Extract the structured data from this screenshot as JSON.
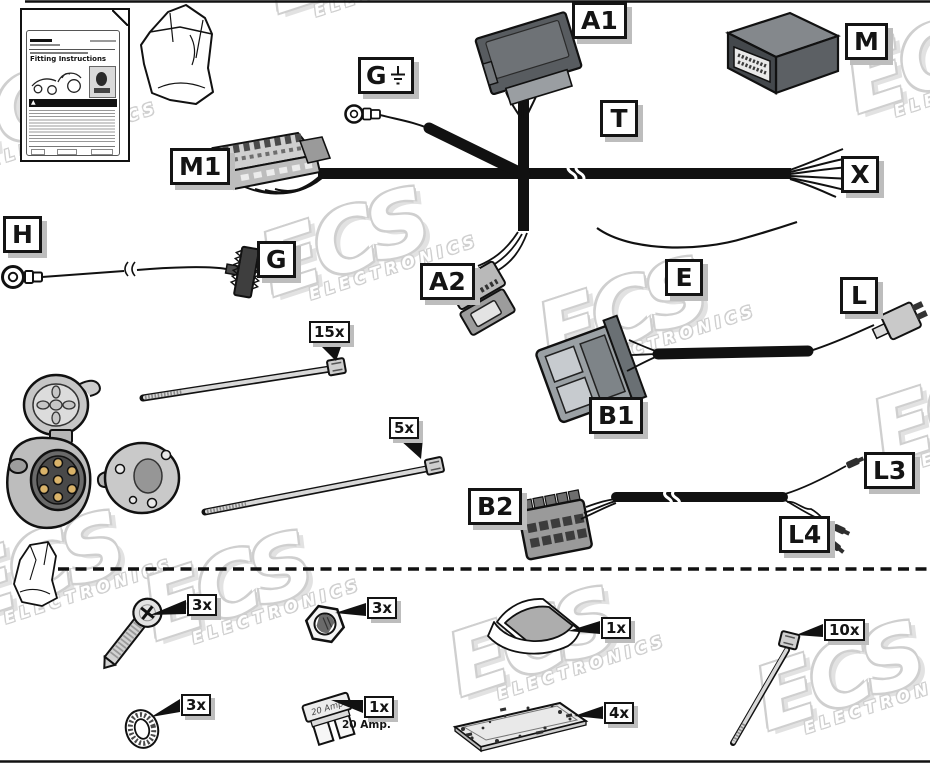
{
  "diagram": {
    "watermark": {
      "brand": "ECS",
      "subbrand": "ELECTRONICS"
    },
    "booklet": {
      "title": "Fitting Instructions",
      "warning_icon": "▲"
    },
    "connector_labels": {
      "a1": "A1",
      "a2": "A2",
      "m": "M",
      "m1": "M1",
      "t": "T",
      "x": "X",
      "g_ground": "G",
      "g": "G",
      "h": "H",
      "e": "E",
      "l": "L",
      "b1": "B1",
      "b2": "B2",
      "l3": "L3",
      "l4": "L4"
    },
    "quantities": {
      "cable_tie_long": "15x",
      "cable_tie_medium": "5x",
      "screw": "3x",
      "nut": "3x",
      "lock_washer": "3x",
      "fuse": "1x",
      "fuse_rating": "20 Amp.",
      "fuse_marking": "20 Amp.",
      "abrasive_cloth": "1x",
      "adhesive_pad": "4x",
      "cable_tie_short": "10x"
    }
  }
}
